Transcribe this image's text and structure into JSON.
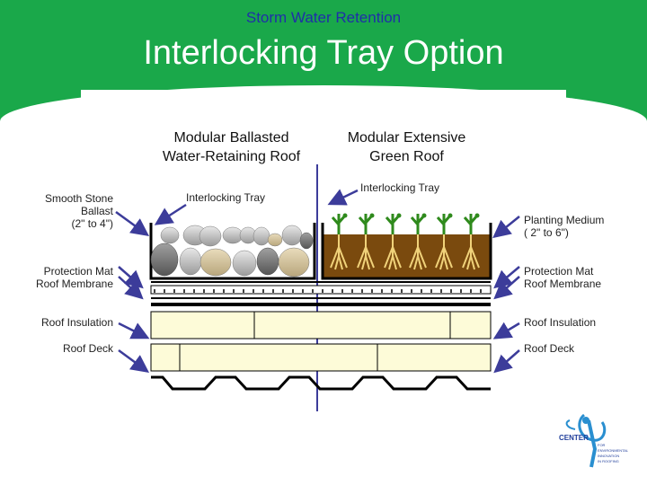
{
  "header": {
    "subtitle": "Storm Water Retention",
    "title": "Interlocking Tray Option"
  },
  "columns": {
    "left_title_line1": "Modular Ballasted",
    "left_title_line2": "Water-Retaining Roof",
    "right_title_line1": "Modular Extensive",
    "right_title_line2": "Green Roof"
  },
  "labels": {
    "left": {
      "stone_line1": "Smooth Stone",
      "stone_line2": "Ballast",
      "stone_line3": "(2\" to 4\")",
      "tray": "Interlocking Tray",
      "mat_line1": "Protection Mat",
      "mat_line2": "Roof Membrane",
      "insulation": "Roof Insulation",
      "deck": "Roof Deck"
    },
    "right": {
      "tray": "Interlocking Tray",
      "planting_line1": "Planting Medium",
      "planting_line2": "( 2\" to 6\")",
      "mat_line1": "Protection Mat",
      "mat_line2": "Roof Membrane",
      "insulation": "Roof Insulation",
      "deck": "Roof Deck"
    }
  },
  "logo": {
    "name": "CENTER",
    "line1": "FOR",
    "line2": "ENVIRONMENTAL",
    "line3": "INNOVATION",
    "line4": "IN ROOFING"
  },
  "colors": {
    "header_green": "#1aa84a",
    "title_blue": "#1f2fa8",
    "arrow_blue": "#3c3c9a",
    "soil_brown": "#7a4a0e",
    "plant_green": "#2f8a1c",
    "insulation_fill": "#fdfbd8"
  }
}
